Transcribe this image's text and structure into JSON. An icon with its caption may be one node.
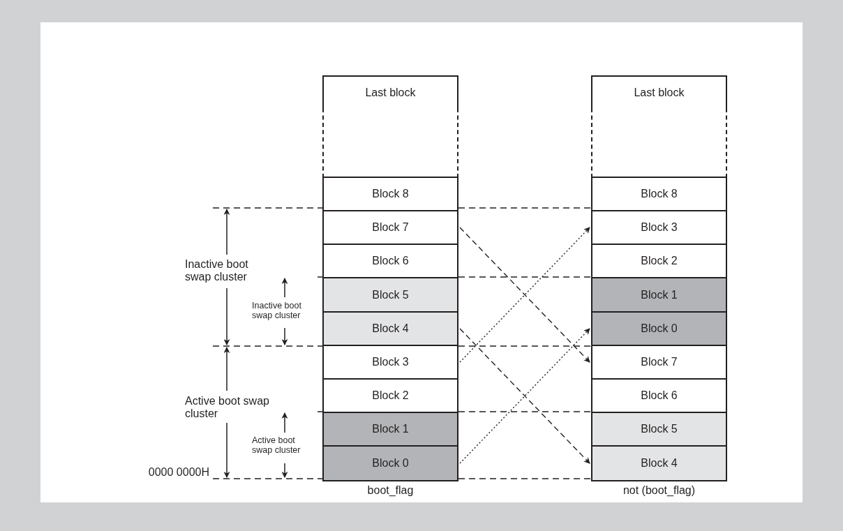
{
  "diagram": {
    "nodes": [
      {
        "text": [
          "Last block"
        ]
      },
      {
        "text": [],
        "shape": "box"
      },
      {
        "text": [
          "Block 8"
        ]
      },
      {
        "text": [
          "Block 7"
        ]
      },
      {
        "text": [
          "Block 6"
        ]
      },
      {
        "text": [
          "Block 5"
        ]
      },
      {
        "text": [
          "Block 4"
        ]
      },
      {
        "text": [
          "Block 3"
        ]
      },
      {
        "text": [
          "Block 2"
        ]
      },
      {
        "text": [
          "Block 1"
        ]
      },
      {
        "text": [
          "Block 0"
        ]
      },
      {
        "text": [
          "Last block"
        ]
      },
      {
        "text": [],
        "shape": "box"
      },
      {
        "text": [
          "Block 8"
        ]
      },
      {
        "text": [
          "Block 3"
        ]
      },
      {
        "text": [
          "Block 2"
        ]
      },
      {
        "text": [
          "Block 1"
        ]
      },
      {
        "text": [
          "Block 0"
        ]
      },
      {
        "text": [
          "Block 7"
        ]
      },
      {
        "text": [
          "Block 6"
        ]
      },
      {
        "text": [
          "Block 5"
        ]
      },
      {
        "text": [
          "Block 4"
        ]
      }
    ],
    "edges": [
      {
        "from": 3,
        "to": 18,
        "arrow": "to",
        "style": "dashed"
      },
      {
        "from": 6,
        "to": 21,
        "arrow": "to",
        "style": "dashed"
      },
      {
        "from": 7,
        "to": 14,
        "arrow": "to"
      },
      {
        "from": 10,
        "to": 17,
        "arrow": "to"
      }
    ],
    "labels": [
      "Inactive boot swap cluster",
      "Inactive boot swap cluster",
      "Active boot swap cluster",
      "Active boot swap cluster",
      "0000 0000H",
      "boot_flag",
      "not (boot_flag)"
    ]
  }
}
